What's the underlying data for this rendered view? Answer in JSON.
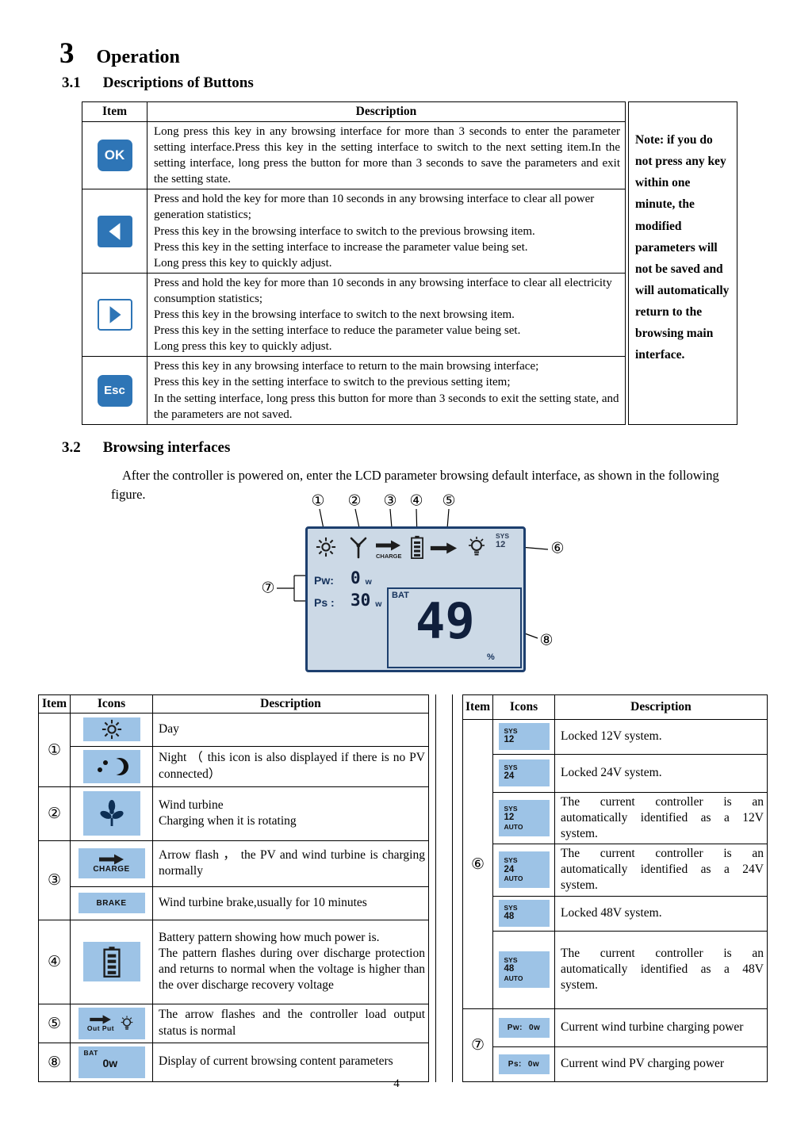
{
  "colors": {
    "key-blue": "#2e75b6",
    "icon-bg": "#9dc3e6",
    "lcd-bg": "#ccd9e6",
    "lcd-border": "#1d3f6e",
    "lcd-ink": "#15325c"
  },
  "page": {
    "section_number": "3",
    "section_title": "Operation",
    "page_number": "4"
  },
  "section_3_1": {
    "number": "3.1",
    "title": "Descriptions of Buttons"
  },
  "buttons_table": {
    "headers": {
      "item": "Item",
      "description": "Description"
    },
    "ok_label": "OK",
    "esc_label": "Esc",
    "rows": [
      {
        "icon": "ok-key",
        "description": "Long press this key in any browsing interface for more than 3 seconds to enter the parameter setting interface.Press this key in the setting interface to switch to the next setting item.In the setting interface, long press the button for more than 3 seconds to save the parameters and exit the setting state."
      },
      {
        "icon": "previous-key",
        "description": "Press and hold the key for more than 10 seconds in any browsing interface to clear all power generation statistics;\nPress this key in the browsing interface to switch to the previous browsing item.\nPress this key in the setting interface to increase the parameter value being set.\nLong press this key to quickly adjust."
      },
      {
        "icon": "next-key",
        "description": "Press and hold the key for more than 10 seconds in any browsing interface to clear all electricity consumption statistics;\nPress this key in the browsing interface to switch to the next browsing item.\nPress this key in the setting interface to reduce the parameter value being set.\nLong press this key to quickly adjust."
      },
      {
        "icon": "esc-key",
        "description": "Press this key in any browsing interface to return to the main browsing interface;\nPress this key in the setting interface to switch to the previous setting item;\nIn the setting interface, long press this button for more than 3 seconds to exit the setting state, and the parameters are not saved."
      }
    ],
    "note": "Note: if you do not press any key within one minute, the modified parameters will not be saved and will automatically return to the browsing main interface."
  },
  "section_3_2": {
    "number": "3.2",
    "title": "Browsing interfaces",
    "intro": "After the controller is powered on, enter the LCD parameter browsing default interface, as shown in the following figure."
  },
  "lcd": {
    "charge_label": "CHARGE",
    "sys_label": "SYS",
    "sys_value": "12",
    "pw_label": "Pw:",
    "pw_value": "0",
    "pw_unit": "w",
    "ps_label": "Ps :",
    "ps_value": "30",
    "ps_unit": "w",
    "bat_label": "BAT",
    "bat_value": "49",
    "bat_unit": "%",
    "callouts": {
      "c1": "①",
      "c2": "②",
      "c3": "③",
      "c4": "④",
      "c5": "⑤",
      "c6": "⑥",
      "c7": "⑦",
      "c8": "⑧"
    }
  },
  "icon_table_left": {
    "headers": {
      "item": "Item",
      "icons": "Icons",
      "description": "Description"
    },
    "groups": [
      {
        "item": "①",
        "rows": [
          {
            "icon": "sun-icon",
            "description": "Day"
          },
          {
            "icon": "night-icon",
            "description": "Night （ this icon is also displayed if there is no PV connected）"
          }
        ]
      },
      {
        "item": "②",
        "rows": [
          {
            "icon": "wind-turbine-icon",
            "description": "Wind turbine\nCharging when it is rotating"
          }
        ]
      },
      {
        "item": "③",
        "rows": [
          {
            "icon": "charge-arrow-icon",
            "label": "CHARGE",
            "description": "Arrow flash ， the PV and wind turbine is charging normally"
          },
          {
            "icon": "brake-icon",
            "label": "BRAKE",
            "description": "Wind turbine brake,usually for 10 minutes"
          }
        ]
      },
      {
        "item": "④",
        "rows": [
          {
            "icon": "battery-icon",
            "description": "Battery pattern showing how much power is.\nThe pattern flashes during over discharge protection and returns to normal when the voltage is higher than the over discharge recovery voltage"
          }
        ]
      },
      {
        "item": "⑤",
        "rows": [
          {
            "icon": "load-output-icon",
            "label": "Out Put",
            "description": "The arrow flashes and the controller load output status is normal"
          }
        ]
      },
      {
        "item": "⑧",
        "rows": [
          {
            "icon": "bat-reading-icon",
            "label": "BAT",
            "value": "0w",
            "description": "Display of current browsing content parameters"
          }
        ]
      }
    ]
  },
  "icon_table_right": {
    "headers": {
      "item": "Item",
      "icons": "Icons",
      "description": "Description"
    },
    "groups": [
      {
        "item": "⑥",
        "rows": [
          {
            "icon": "sys-12-icon",
            "line1": "SYS",
            "line2": "12",
            "description": "Locked 12V system."
          },
          {
            "icon": "sys-24-icon",
            "line1": "SYS",
            "line2": "24",
            "description": "Locked 24V system."
          },
          {
            "icon": "sys-12-auto-icon",
            "line1": "SYS",
            "line2": "12",
            "line3": "AUTO",
            "description": "The current controller is an automatically identified as a 12V system."
          },
          {
            "icon": "sys-24-auto-icon",
            "line1": "SYS",
            "line2": "24",
            "line3": "AUTO",
            "description": "The current controller is an automatically identified as a 24V system."
          },
          {
            "icon": "sys-48-icon",
            "line1": "SYS",
            "line2": "48",
            "description": "Locked 48V system."
          },
          {
            "icon": "sys-48-auto-icon",
            "line1": "SYS",
            "line2": "48",
            "line3": "AUTO",
            "description": "The current controller is an automatically identified as a 48V system."
          }
        ]
      },
      {
        "item": "⑦",
        "rows": [
          {
            "icon": "pw-reading-icon",
            "label": "Pw:",
            "value": "0w",
            "description": "Current wind turbine charging power"
          },
          {
            "icon": "ps-reading-icon",
            "label": "Ps:",
            "value": "0w",
            "description": "Current wind PV charging power"
          }
        ]
      }
    ]
  }
}
